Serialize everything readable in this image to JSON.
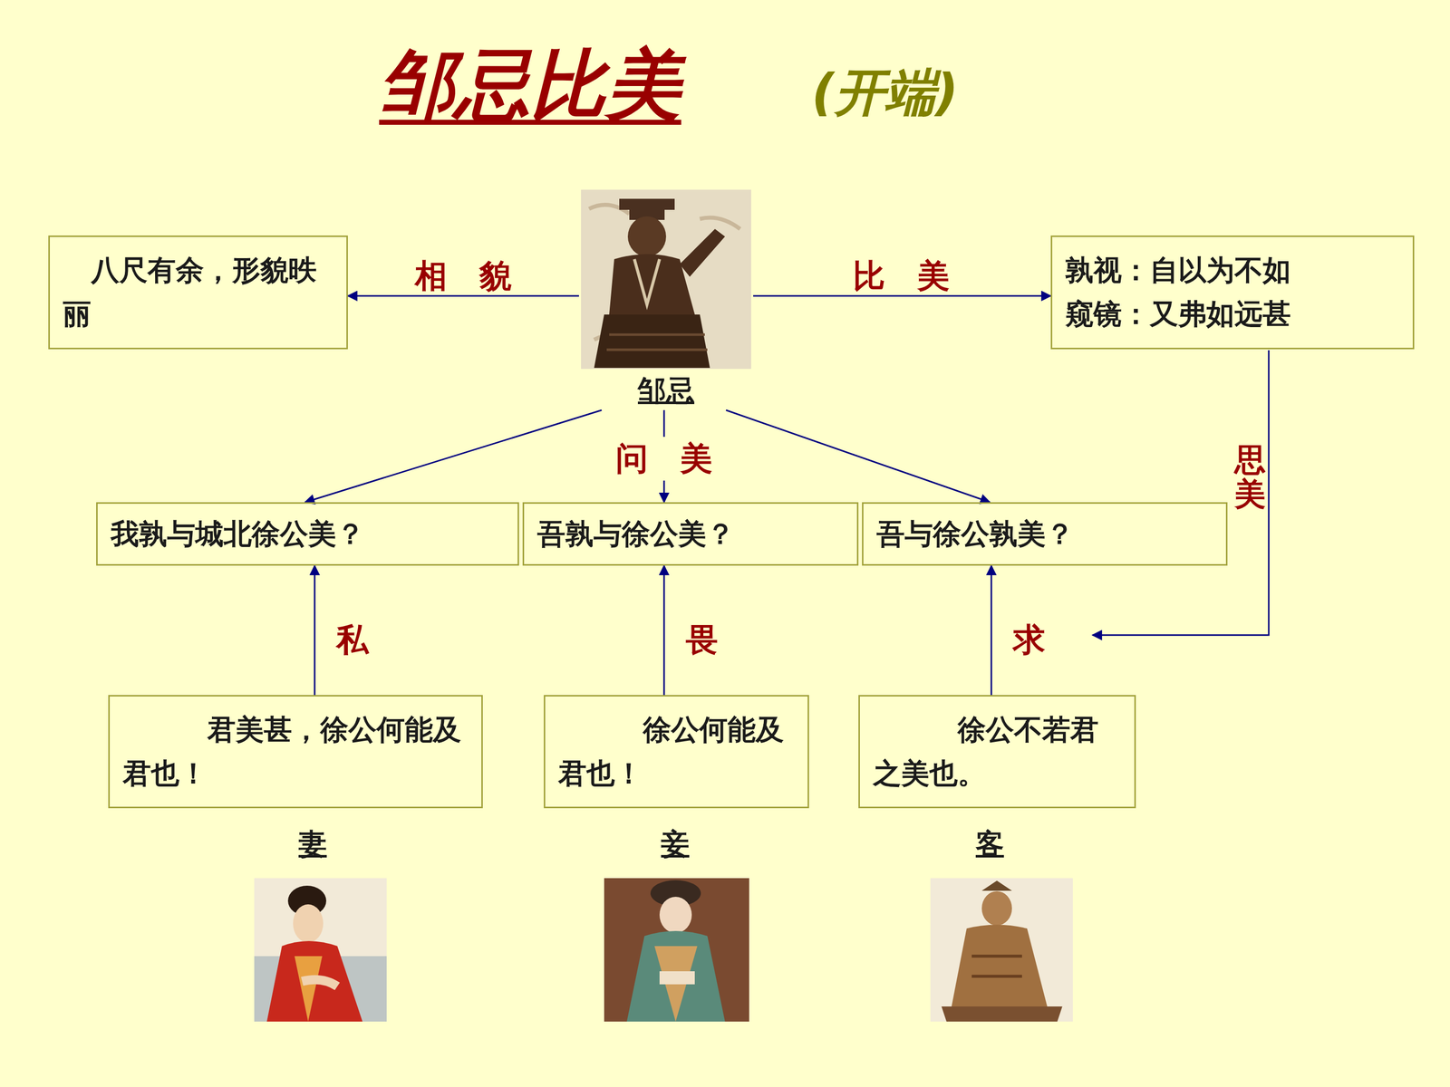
{
  "diagram": {
    "title": "邹忌比美",
    "nodes": [
      {
        "text": [
          "八尺有余，形貌昳丽"
        ]
      },
      {
        "text": [
          "邹忌"
        ]
      },
      {
        "text": [
          "孰视：自以为不如",
          "窥镜：又弗如远甚"
        ]
      },
      {
        "text": [
          "我孰与城北徐公美？"
        ]
      },
      {
        "text": [
          "吾孰与徐公美？"
        ]
      },
      {
        "text": [
          "吾与徐公孰美？"
        ]
      },
      {
        "text": [
          "君美甚，徐公何能及君也！"
        ]
      },
      {
        "text": [
          "徐公何能及君也！"
        ]
      },
      {
        "text": [
          "徐公不若君之美也。"
        ]
      }
    ],
    "edges": [
      {
        "from": 1,
        "to": 0,
        "arrow": "to",
        "label": "相　貌"
      },
      {
        "from": 1,
        "to": 2,
        "arrow": "to",
        "label": "比　美"
      },
      {
        "from": 1,
        "to": 3,
        "arrow": "to"
      },
      {
        "from": 1,
        "to": 4,
        "arrow": "to",
        "label": "问　美"
      },
      {
        "from": 1,
        "to": 5,
        "arrow": "to"
      },
      {
        "from": 6,
        "to": 3,
        "arrow": "to",
        "label": "私"
      },
      {
        "from": 7,
        "to": 4,
        "arrow": "to",
        "label": "畏"
      },
      {
        "from": 8,
        "to": 5,
        "arrow": "to",
        "label": "求"
      }
    ],
    "labels": [
      "(开端)",
      "思美",
      "妻",
      "妾",
      "客"
    ]
  }
}
